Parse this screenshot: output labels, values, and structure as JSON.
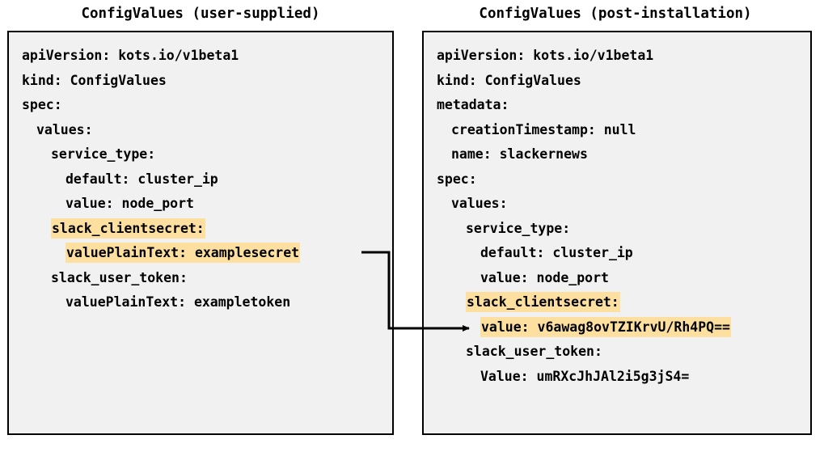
{
  "diagram": {
    "kind": "flow-annotation",
    "description": "Two YAML ConfigValues documents side by side with a connector arrow from the user-supplied plaintext secret to the post-installation encrypted value.",
    "highlight_color": "#fde0a0",
    "box_background": "#f1f1f1",
    "box_border_color": "#000000",
    "text_color": "#000000"
  },
  "panels": [
    {
      "id": "user-supplied",
      "title": "ConfigValues (user-supplied)",
      "lines": [
        {
          "indent": 0,
          "text": "apiVersion: kots.io/v1beta1",
          "highlight": false
        },
        {
          "indent": 0,
          "text": "kind: ConfigValues",
          "highlight": false
        },
        {
          "indent": 0,
          "text": "spec:",
          "highlight": false
        },
        {
          "indent": 1,
          "text": "values:",
          "highlight": false
        },
        {
          "indent": 2,
          "text": "service_type:",
          "highlight": false
        },
        {
          "indent": 3,
          "text": "default: cluster_ip",
          "highlight": false
        },
        {
          "indent": 3,
          "text": "value: node_port",
          "highlight": false
        },
        {
          "indent": 2,
          "text": "slack_clientsecret:",
          "highlight": true
        },
        {
          "indent": 3,
          "text": "valuePlainText: examplesecret",
          "highlight": true
        },
        {
          "indent": 2,
          "text": "slack_user_token:",
          "highlight": false
        },
        {
          "indent": 3,
          "text": "valuePlainText: exampletoken",
          "highlight": false
        }
      ]
    },
    {
      "id": "post-installation",
      "title": "ConfigValues (post-installation)",
      "lines": [
        {
          "indent": 0,
          "text": "apiVersion: kots.io/v1beta1",
          "highlight": false
        },
        {
          "indent": 0,
          "text": "kind: ConfigValues",
          "highlight": false
        },
        {
          "indent": 0,
          "text": "metadata:",
          "highlight": false
        },
        {
          "indent": 1,
          "text": "creationTimestamp: null",
          "highlight": false
        },
        {
          "indent": 1,
          "text": "name: slackernews",
          "highlight": false
        },
        {
          "indent": 0,
          "text": "spec:",
          "highlight": false
        },
        {
          "indent": 1,
          "text": "values:",
          "highlight": false
        },
        {
          "indent": 2,
          "text": "service_type:",
          "highlight": false
        },
        {
          "indent": 3,
          "text": "default: cluster_ip",
          "highlight": false
        },
        {
          "indent": 3,
          "text": "value: node_port",
          "highlight": false
        },
        {
          "indent": 2,
          "text": "slack_clientsecret:",
          "highlight": true
        },
        {
          "indent": 3,
          "text": "value: v6awag8ovTZIKrvU/Rh4PQ==",
          "highlight": true
        },
        {
          "indent": 2,
          "text": "slack_user_token:",
          "highlight": false
        },
        {
          "indent": 3,
          "text": "Value: umRXcJhJAl2i5g3jS4=",
          "highlight": false
        }
      ]
    }
  ],
  "connector": {
    "name": "secret-mapping-arrow",
    "from_label": "valuePlainText: examplesecret",
    "to_label": "value: v6awag8ovTZIKrvU/Rh4PQ==",
    "color": "#000000"
  }
}
